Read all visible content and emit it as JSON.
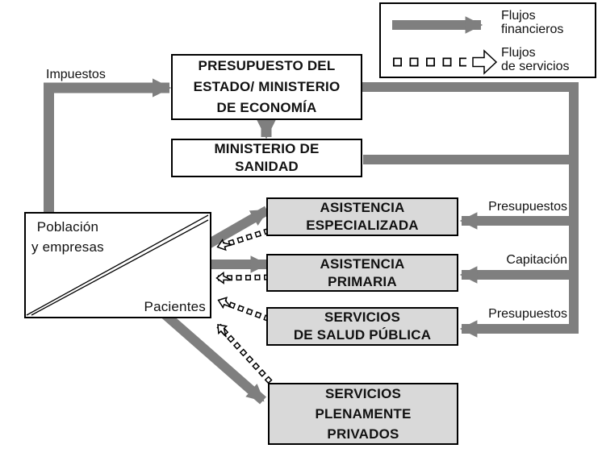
{
  "colors": {
    "flow_gray": "#7f7f7f",
    "box_fill": "#d9d9d9",
    "border": "#000000",
    "text": "#111111"
  },
  "legend": {
    "financial_label": "Flujos\nfinancieros",
    "services_label": "Flujos\nde servicios"
  },
  "boxes": {
    "presupuesto": "PRESUPUESTO DEL\nESTADO/ MINISTERIO\nDE ECONOMÍA",
    "sanidad": "MINISTERIO DE\nSANIDAD",
    "especializada": "ASISTENCIA\nESPECIALIZADA",
    "primaria": "ASISTENCIA\nPRIMARIA",
    "salud_publica": "SERVICIOS\nDE SALUD PÚBLICA",
    "privados": "SERVICIOS\nPLENAMENTE\nPRIVADOS",
    "poblacion": "Población\ny empresas"
  },
  "labels": {
    "impuestos": "Impuestos",
    "presupuestos_top": "Presupuestos",
    "capitacion": "Capitación",
    "presupuestos_bottom": "Presupuestos",
    "pacientes": "Pacientes"
  }
}
